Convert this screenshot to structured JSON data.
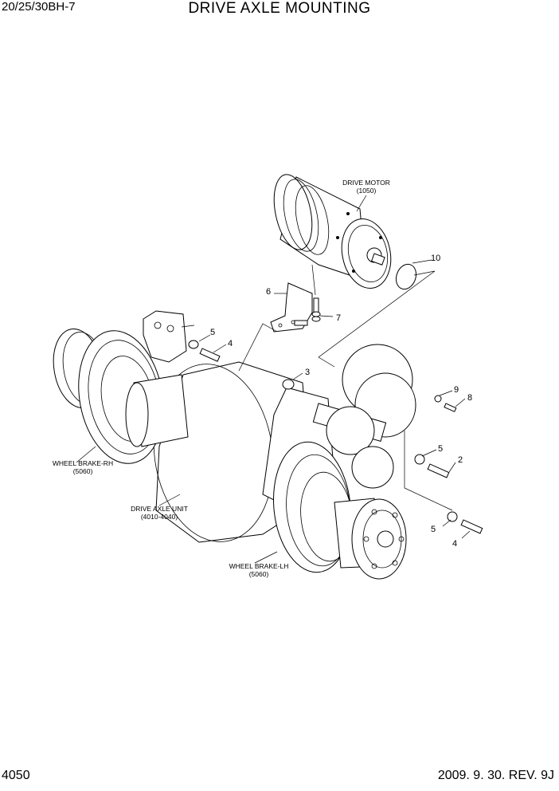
{
  "header": {
    "model": "20/25/30BH-7",
    "title": "DRIVE AXLE MOUNTING"
  },
  "footer": {
    "page": "4050",
    "revision": "2009. 9. 30. REV. 9J"
  },
  "labels": {
    "drive_motor": {
      "name": "DRIVE MOTOR",
      "code": "(1050)"
    },
    "wheel_brake_rh": {
      "name": "WHEEL BRAKE-RH",
      "code": "(5060)"
    },
    "drive_axle_unit": {
      "name": "DRIVE AXLE UNIT",
      "code": "(4010-4040)"
    },
    "wheel_brake_lh": {
      "name": "WHEEL BRAKE-LH",
      "code": "(5060)"
    }
  },
  "callouts": {
    "c10": "10",
    "c6": "6",
    "c7": "7",
    "c5a": "5",
    "c4a": "4",
    "c3": "3",
    "c9": "9",
    "c8": "8",
    "c5b": "5",
    "c2": "2",
    "c5c": "5",
    "c4b": "4"
  }
}
